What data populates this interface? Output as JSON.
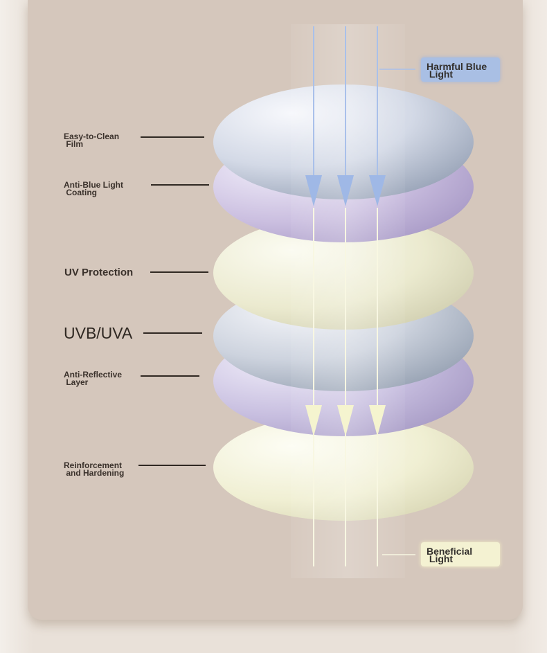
{
  "layers": [
    {
      "label": "Easy-to-Clean\n Film",
      "color": "#c8cfdf"
    },
    {
      "label": "Anti-Blue Light\n Coating",
      "color": "#cbbfdc"
    },
    {
      "label": "UV Protection",
      "color": "#e6e5c9"
    },
    {
      "label": "UVB/UVA",
      "color": "#c6ccd8"
    },
    {
      "label": "Anti-Reflective\n Layer",
      "color": "#c7bfdc"
    },
    {
      "label": "Reinforcement\n and Hardening",
      "color": "#ecebc8"
    }
  ],
  "tags": {
    "harmful": "Harmful Blue\n Light",
    "beneficial": "Beneficial\n Light"
  },
  "colors": {
    "card": "#d5c7bc",
    "harmful_arrow": "#a9c0ea",
    "beneficial_arrow": "#f5f4cf",
    "leader": "#2f2822"
  }
}
